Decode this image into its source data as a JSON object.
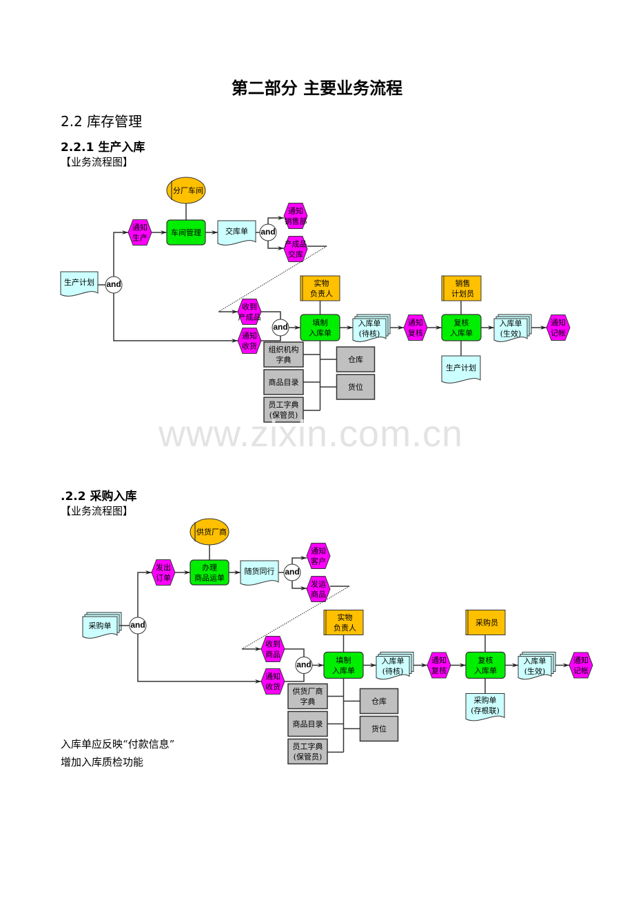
{
  "page": {
    "title": "第二部分  主要业务流程",
    "section": "2.2  库存管理",
    "watermark": "www.zixin.com.cn"
  },
  "colors": {
    "event_hex": "#ff00ff",
    "function_green": "#00ee00",
    "document_cyan": "#ccffff",
    "org_yellow": "#ffc000",
    "dictionary_gray": "#c0c0c0",
    "connector": "#ffffff"
  },
  "flows": [
    {
      "heading": "2.2.1  生产入库",
      "caption": "【业务流程图】",
      "nodes": {
        "start_doc": "生产计划",
        "and1": "and",
        "notify_produce": [
          "通知",
          "生产"
        ],
        "org_top": "分厂车间",
        "func_top": "车间管理",
        "doc_top": "交库单",
        "and2": "and",
        "notify_sales": [
          "通知",
          "销售部"
        ],
        "goods_delivered": [
          "产成品",
          "交库"
        ],
        "received": [
          "收到",
          "产成品"
        ],
        "notify_receive": [
          "通知",
          "收货"
        ],
        "and3": "and",
        "org_mid": [
          "实物",
          "负责人"
        ],
        "func_fill": [
          "填制",
          "入库单"
        ],
        "doc_pending": [
          "入库单",
          "(待核)"
        ],
        "notify_review": [
          "通知",
          "复核"
        ],
        "org_right": [
          "销售",
          "计划员"
        ],
        "func_review": [
          "复核",
          "入库单"
        ],
        "doc_effective": [
          "入库单",
          "(生效)"
        ],
        "notify_account": [
          "通知",
          "记帐"
        ],
        "doc_bottom": [
          "生产计划"
        ],
        "dict_1": [
          "组织机构",
          "字典"
        ],
        "dict_2": [
          "商品目录"
        ],
        "dict_3": [
          "员工字典",
          "(保管员)"
        ],
        "dict_warehouse": "仓库",
        "dict_location": "货位"
      }
    },
    {
      "heading": ".2.2  采购入库",
      "caption": "【业务流程图】",
      "nodes": {
        "start_doc": "采购单",
        "and1": "and",
        "notify_produce": [
          "发出",
          "订单"
        ],
        "org_top": "供货厂商",
        "func_top": [
          "办理",
          "商品运单"
        ],
        "doc_top": "随货同行",
        "and2": "and",
        "notify_sales": [
          "通知",
          "客户"
        ],
        "goods_delivered": [
          "发运",
          "商品"
        ],
        "received": [
          "收到",
          "商品"
        ],
        "notify_receive": [
          "通知",
          "收货"
        ],
        "and3": "and",
        "org_mid": [
          "实物",
          "负责人"
        ],
        "func_fill": [
          "填制",
          "入库单"
        ],
        "doc_pending": [
          "入库单",
          "(待核)"
        ],
        "notify_review": [
          "通知",
          "复核"
        ],
        "org_right": [
          "采购员"
        ],
        "func_review": [
          "复核",
          "入库单"
        ],
        "doc_effective": [
          "入库单",
          "(生效)"
        ],
        "notify_account": [
          "通知",
          "记帐"
        ],
        "doc_bottom": [
          "采购单",
          "(存根联)"
        ],
        "dict_1": [
          "供货厂商",
          "字典"
        ],
        "dict_2": [
          "商品目录"
        ],
        "dict_3": [
          "员工字典",
          "(保管员)"
        ],
        "dict_warehouse": "仓库",
        "dict_location": "货位"
      }
    }
  ],
  "notes": [
    "入库单应反映“付款信息”",
    "增加入库质检功能"
  ]
}
